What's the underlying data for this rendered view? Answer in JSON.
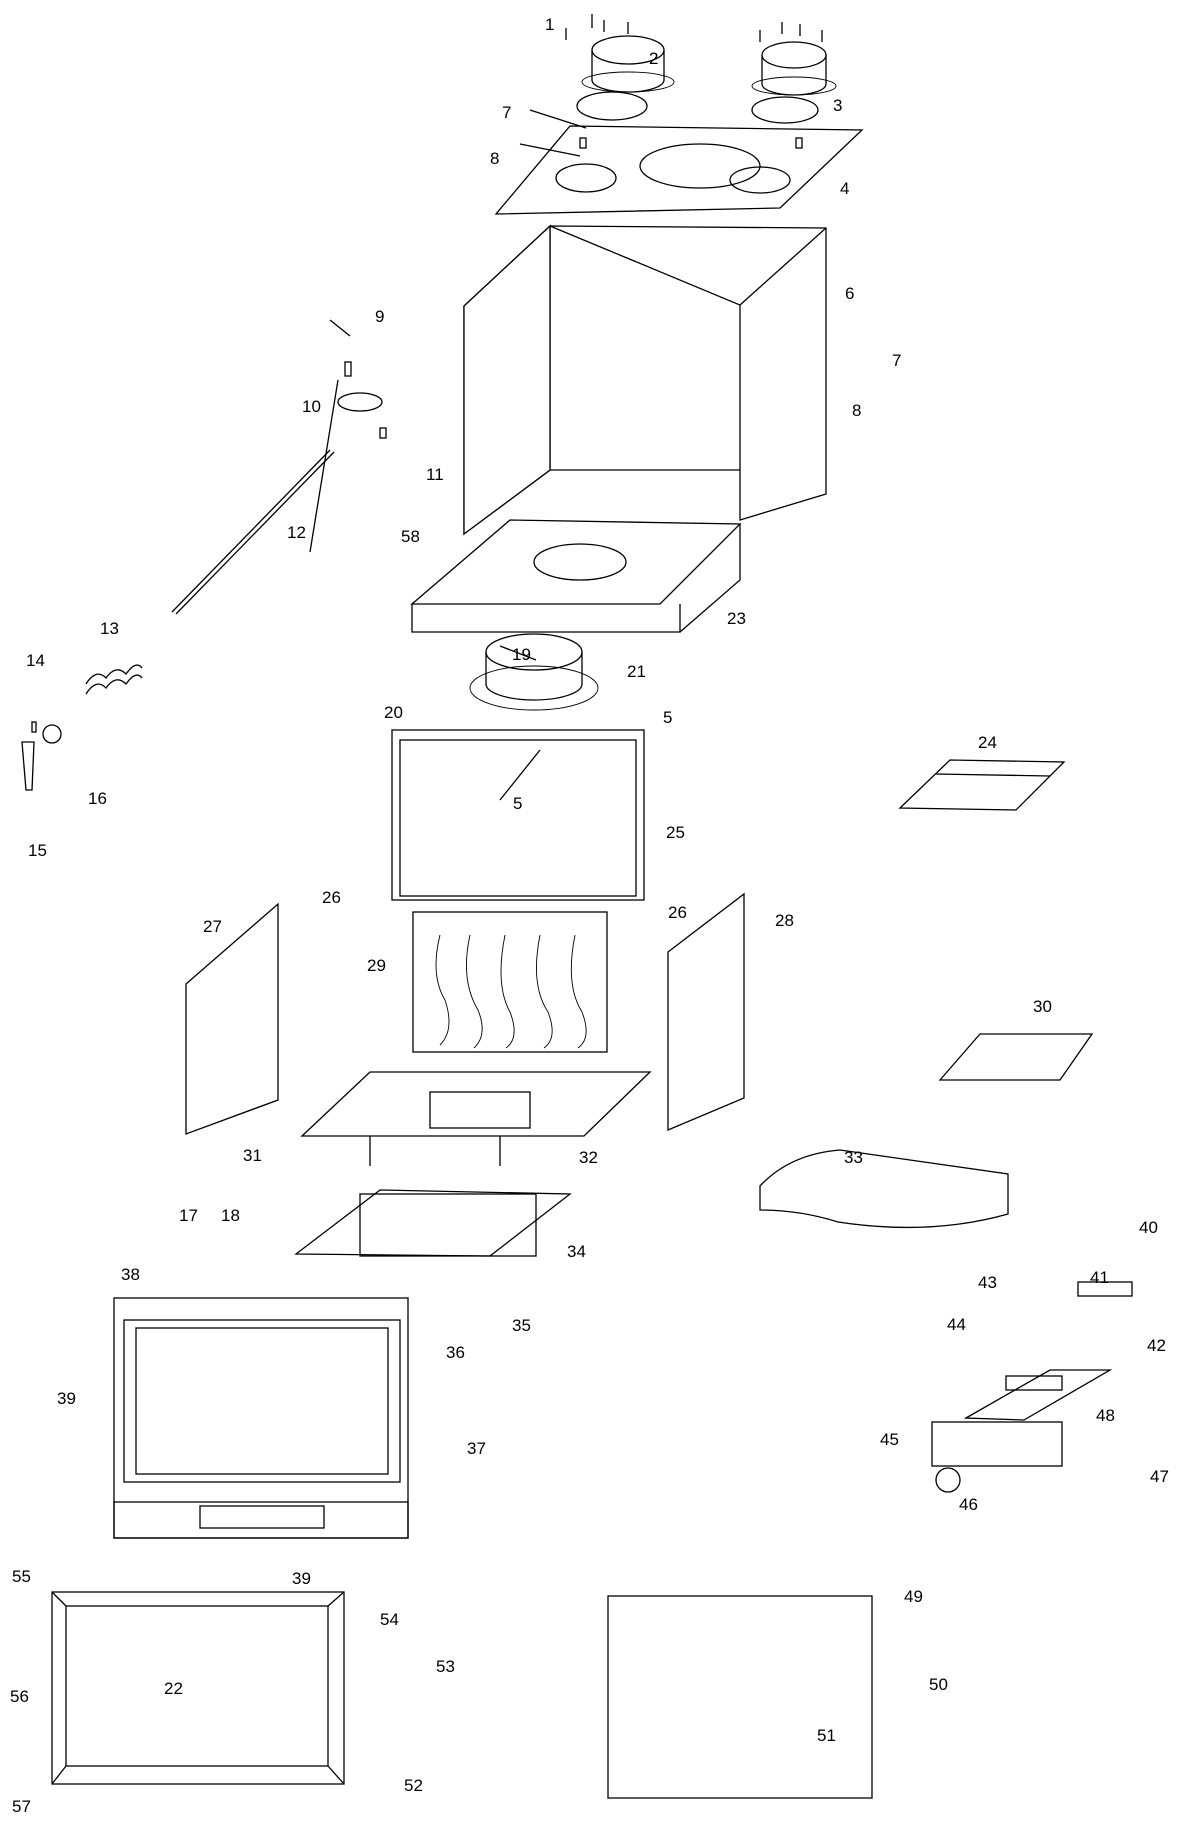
{
  "diagram": {
    "labels": [
      "1",
      "2",
      "3",
      "4",
      "5",
      "6",
      "7",
      "8",
      "9",
      "10",
      "11",
      "12",
      "13",
      "14",
      "15",
      "16",
      "17",
      "18",
      "19",
      "20",
      "21",
      "22",
      "23",
      "24",
      "25",
      "26",
      "27",
      "28",
      "29",
      "30",
      "31",
      "32",
      "33",
      "34",
      "35",
      "36",
      "37",
      "38",
      "39",
      "40",
      "41",
      "42",
      "43",
      "44",
      "45",
      "46",
      "47",
      "48",
      "49",
      "50",
      "51",
      "52",
      "53",
      "54",
      "55",
      "56",
      "57",
      "58"
    ]
  }
}
